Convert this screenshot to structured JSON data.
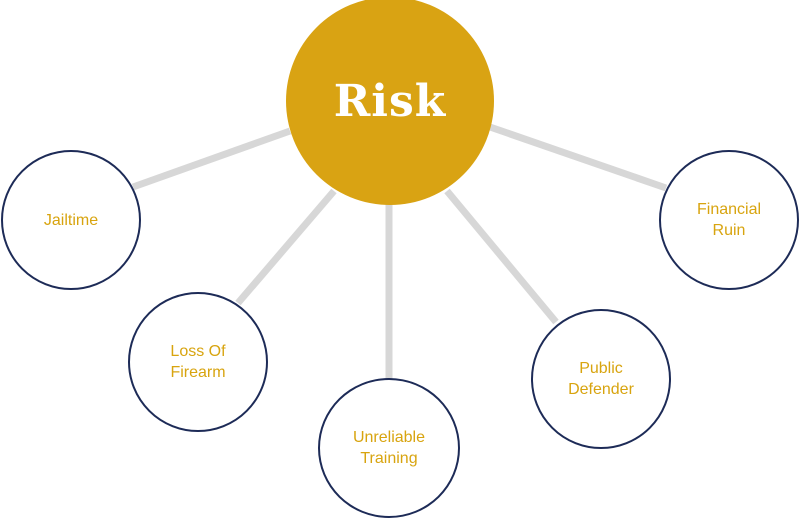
{
  "diagram": {
    "center": {
      "label": "Risk"
    },
    "nodes": [
      {
        "id": "jailtime",
        "label": "Jailtime"
      },
      {
        "id": "financial-ruin",
        "label": "Financial\nRuin"
      },
      {
        "id": "loss-of-firearm",
        "label": "Loss Of\nFirearm"
      },
      {
        "id": "public-defender",
        "label": "Public\nDefender"
      },
      {
        "id": "unreliable-training",
        "label": "Unreliable\nTraining"
      }
    ]
  },
  "colors": {
    "center_fill": "#d9a313",
    "node_text": "#d8a40f",
    "node_border": "#1d2b57",
    "connector": "#d7d7d7"
  }
}
